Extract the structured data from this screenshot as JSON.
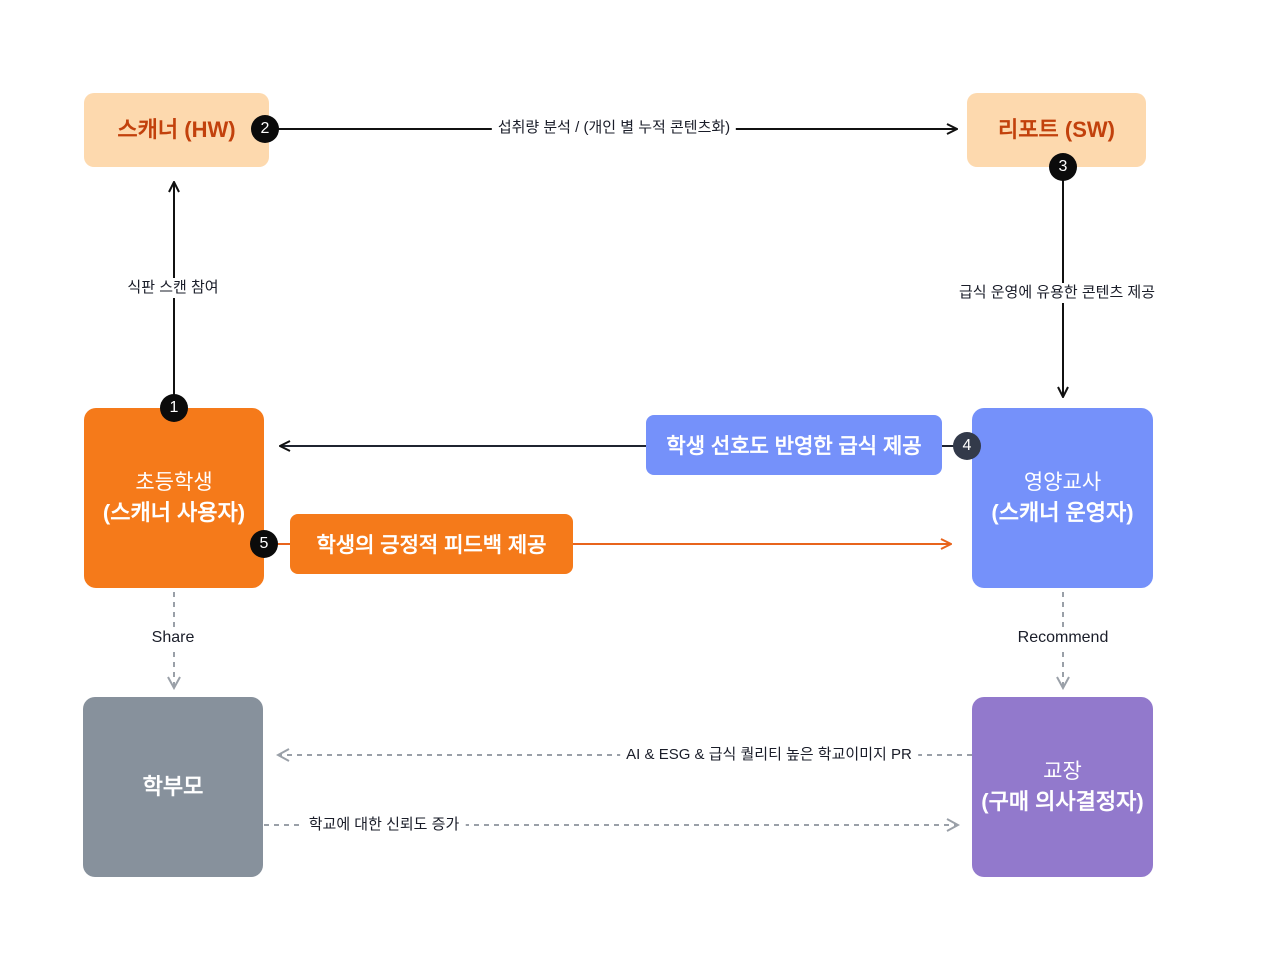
{
  "colors": {
    "hw_sw_box": "#fdd9ae",
    "hw_sw_text": "#c2410c",
    "student": "#f57a1a",
    "teacher": "#7591fa",
    "parent": "#87919c",
    "principal": "#9279cc",
    "badge_dark": "#0b0b0b",
    "badge_slate": "#333a4a",
    "line_dark": "#111111",
    "line_orange": "#e8641c",
    "line_dashed": "#9aa0a8"
  },
  "nodes": {
    "scanner": {
      "label": "스캐너 (HW)"
    },
    "report": {
      "label": "리포트 (SW)"
    },
    "student": {
      "line1": "초등학생",
      "line2": "(스캐너 사용자)"
    },
    "teacher": {
      "line1": "영양교사",
      "line2": "(스캐너 운영자)"
    },
    "parent": {
      "line1": "학부모"
    },
    "principal": {
      "line1": "교장",
      "line2": "(구매 의사결정자)"
    }
  },
  "edges": {
    "analysis": "섭취량 분석 / (개인 별 누적 콘텐츠화)",
    "scan": "식판 스캔 참여",
    "content": "급식 운영에 유용한 콘텐츠 제공",
    "preference": "학생 선호도 반영한 급식 제공",
    "feedback": "학생의 긍정적 피드백 제공",
    "share": "Share",
    "recommend": "Recommend",
    "pr": "AI & ESG & 급식 퀄리티 높은 학교이미지 PR",
    "trust": "학교에 대한 신뢰도 증가"
  },
  "badges": [
    "1",
    "2",
    "3",
    "4",
    "5"
  ]
}
